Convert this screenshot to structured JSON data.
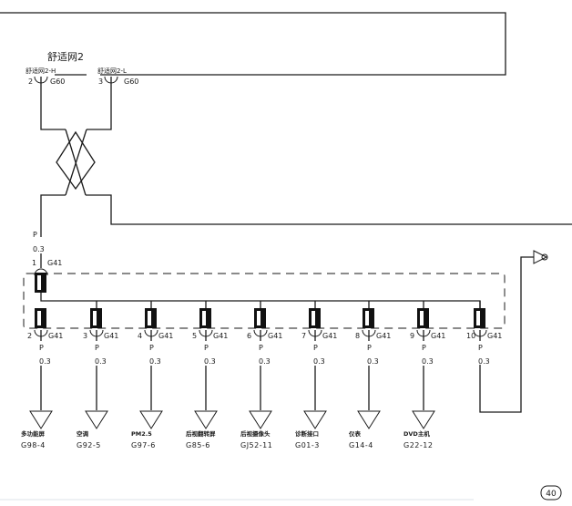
{
  "network": {
    "title": "舒适网2",
    "high": {
      "label": "舒适网2-H",
      "pin": "2",
      "conn": "G60"
    },
    "low": {
      "label": "舒适网2-L",
      "pin": "3",
      "conn": "G60"
    }
  },
  "splice": {
    "input": {
      "wire_color": "P",
      "wire_size": "0.3",
      "pin": "1",
      "conn": "G41"
    },
    "outputs": [
      {
        "pin": "2",
        "conn": "G41",
        "wire_color": "P",
        "wire_size": "0.3",
        "name": "多功能屏",
        "code": "G98-4"
      },
      {
        "pin": "3",
        "conn": "G41",
        "wire_color": "P",
        "wire_size": "0.3",
        "name": "空调",
        "code": "G92-5"
      },
      {
        "pin": "4",
        "conn": "G41",
        "wire_color": "P",
        "wire_size": "0.3",
        "name": "PM2.5",
        "code": "G97-6"
      },
      {
        "pin": "5",
        "conn": "G41",
        "wire_color": "P",
        "wire_size": "0.3",
        "name": "后视翻转屏",
        "code": "G85-6"
      },
      {
        "pin": "6",
        "conn": "G41",
        "wire_color": "P",
        "wire_size": "0.3",
        "name": "后视摄像头",
        "code": "GJ52-11"
      },
      {
        "pin": "7",
        "conn": "G41",
        "wire_color": "P",
        "wire_size": "0.3",
        "name": "诊断接口",
        "code": "G01-3"
      },
      {
        "pin": "8",
        "conn": "G41",
        "wire_color": "P",
        "wire_size": "0.3",
        "name": "仪表",
        "code": "G14-4"
      },
      {
        "pin": "9",
        "conn": "G41",
        "wire_color": "P",
        "wire_size": "0.3",
        "name": "DVD主机",
        "code": "G22-12"
      },
      {
        "pin": "10",
        "conn": "G41",
        "wire_color": "P",
        "wire_size": "0.3",
        "name": "",
        "code": ""
      }
    ]
  },
  "page_number": "40",
  "colors": {
    "line": "#1a1a1a",
    "dashed_box": "#444444",
    "background": "#ffffff"
  }
}
